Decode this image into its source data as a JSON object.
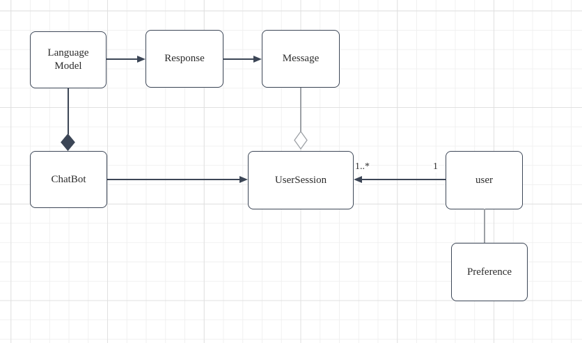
{
  "diagram": {
    "nodes": [
      {
        "id": "language-model",
        "label": "Language Model"
      },
      {
        "id": "response",
        "label": "Response"
      },
      {
        "id": "message",
        "label": "Message"
      },
      {
        "id": "chatbot",
        "label": "ChatBot"
      },
      {
        "id": "user-session",
        "label": "UserSession"
      },
      {
        "id": "user",
        "label": "user"
      },
      {
        "id": "preference",
        "label": "Preference"
      }
    ],
    "edges": [
      {
        "id": "languagemodel-response",
        "from": "language-model",
        "to": "response",
        "type": "arrow"
      },
      {
        "id": "response-message",
        "from": "response",
        "to": "message",
        "type": "arrow"
      },
      {
        "id": "languagemodel-chatbot",
        "from": "language-model",
        "to": "chatbot",
        "type": "composition-diamond"
      },
      {
        "id": "message-usersession",
        "from": "message",
        "to": "user-session",
        "type": "aggregation-diamond"
      },
      {
        "id": "chatbot-usersession",
        "from": "chatbot",
        "to": "user-session",
        "type": "arrow"
      },
      {
        "id": "user-usersession",
        "from": "user",
        "to": "user-session",
        "type": "arrow",
        "source_label": "1",
        "target_label": "1..*"
      },
      {
        "id": "user-preference",
        "from": "user",
        "to": "preference",
        "type": "line"
      }
    ]
  },
  "colors": {
    "stroke_dark": "#3c4656",
    "stroke_gray": "#9ca0a5",
    "node_fill": "#ffffff",
    "text": "#2b2b2b",
    "canvas_bg": "#ffffff",
    "grid_minor": "#f0f0f0",
    "grid_major": "#e0e0e0"
  }
}
